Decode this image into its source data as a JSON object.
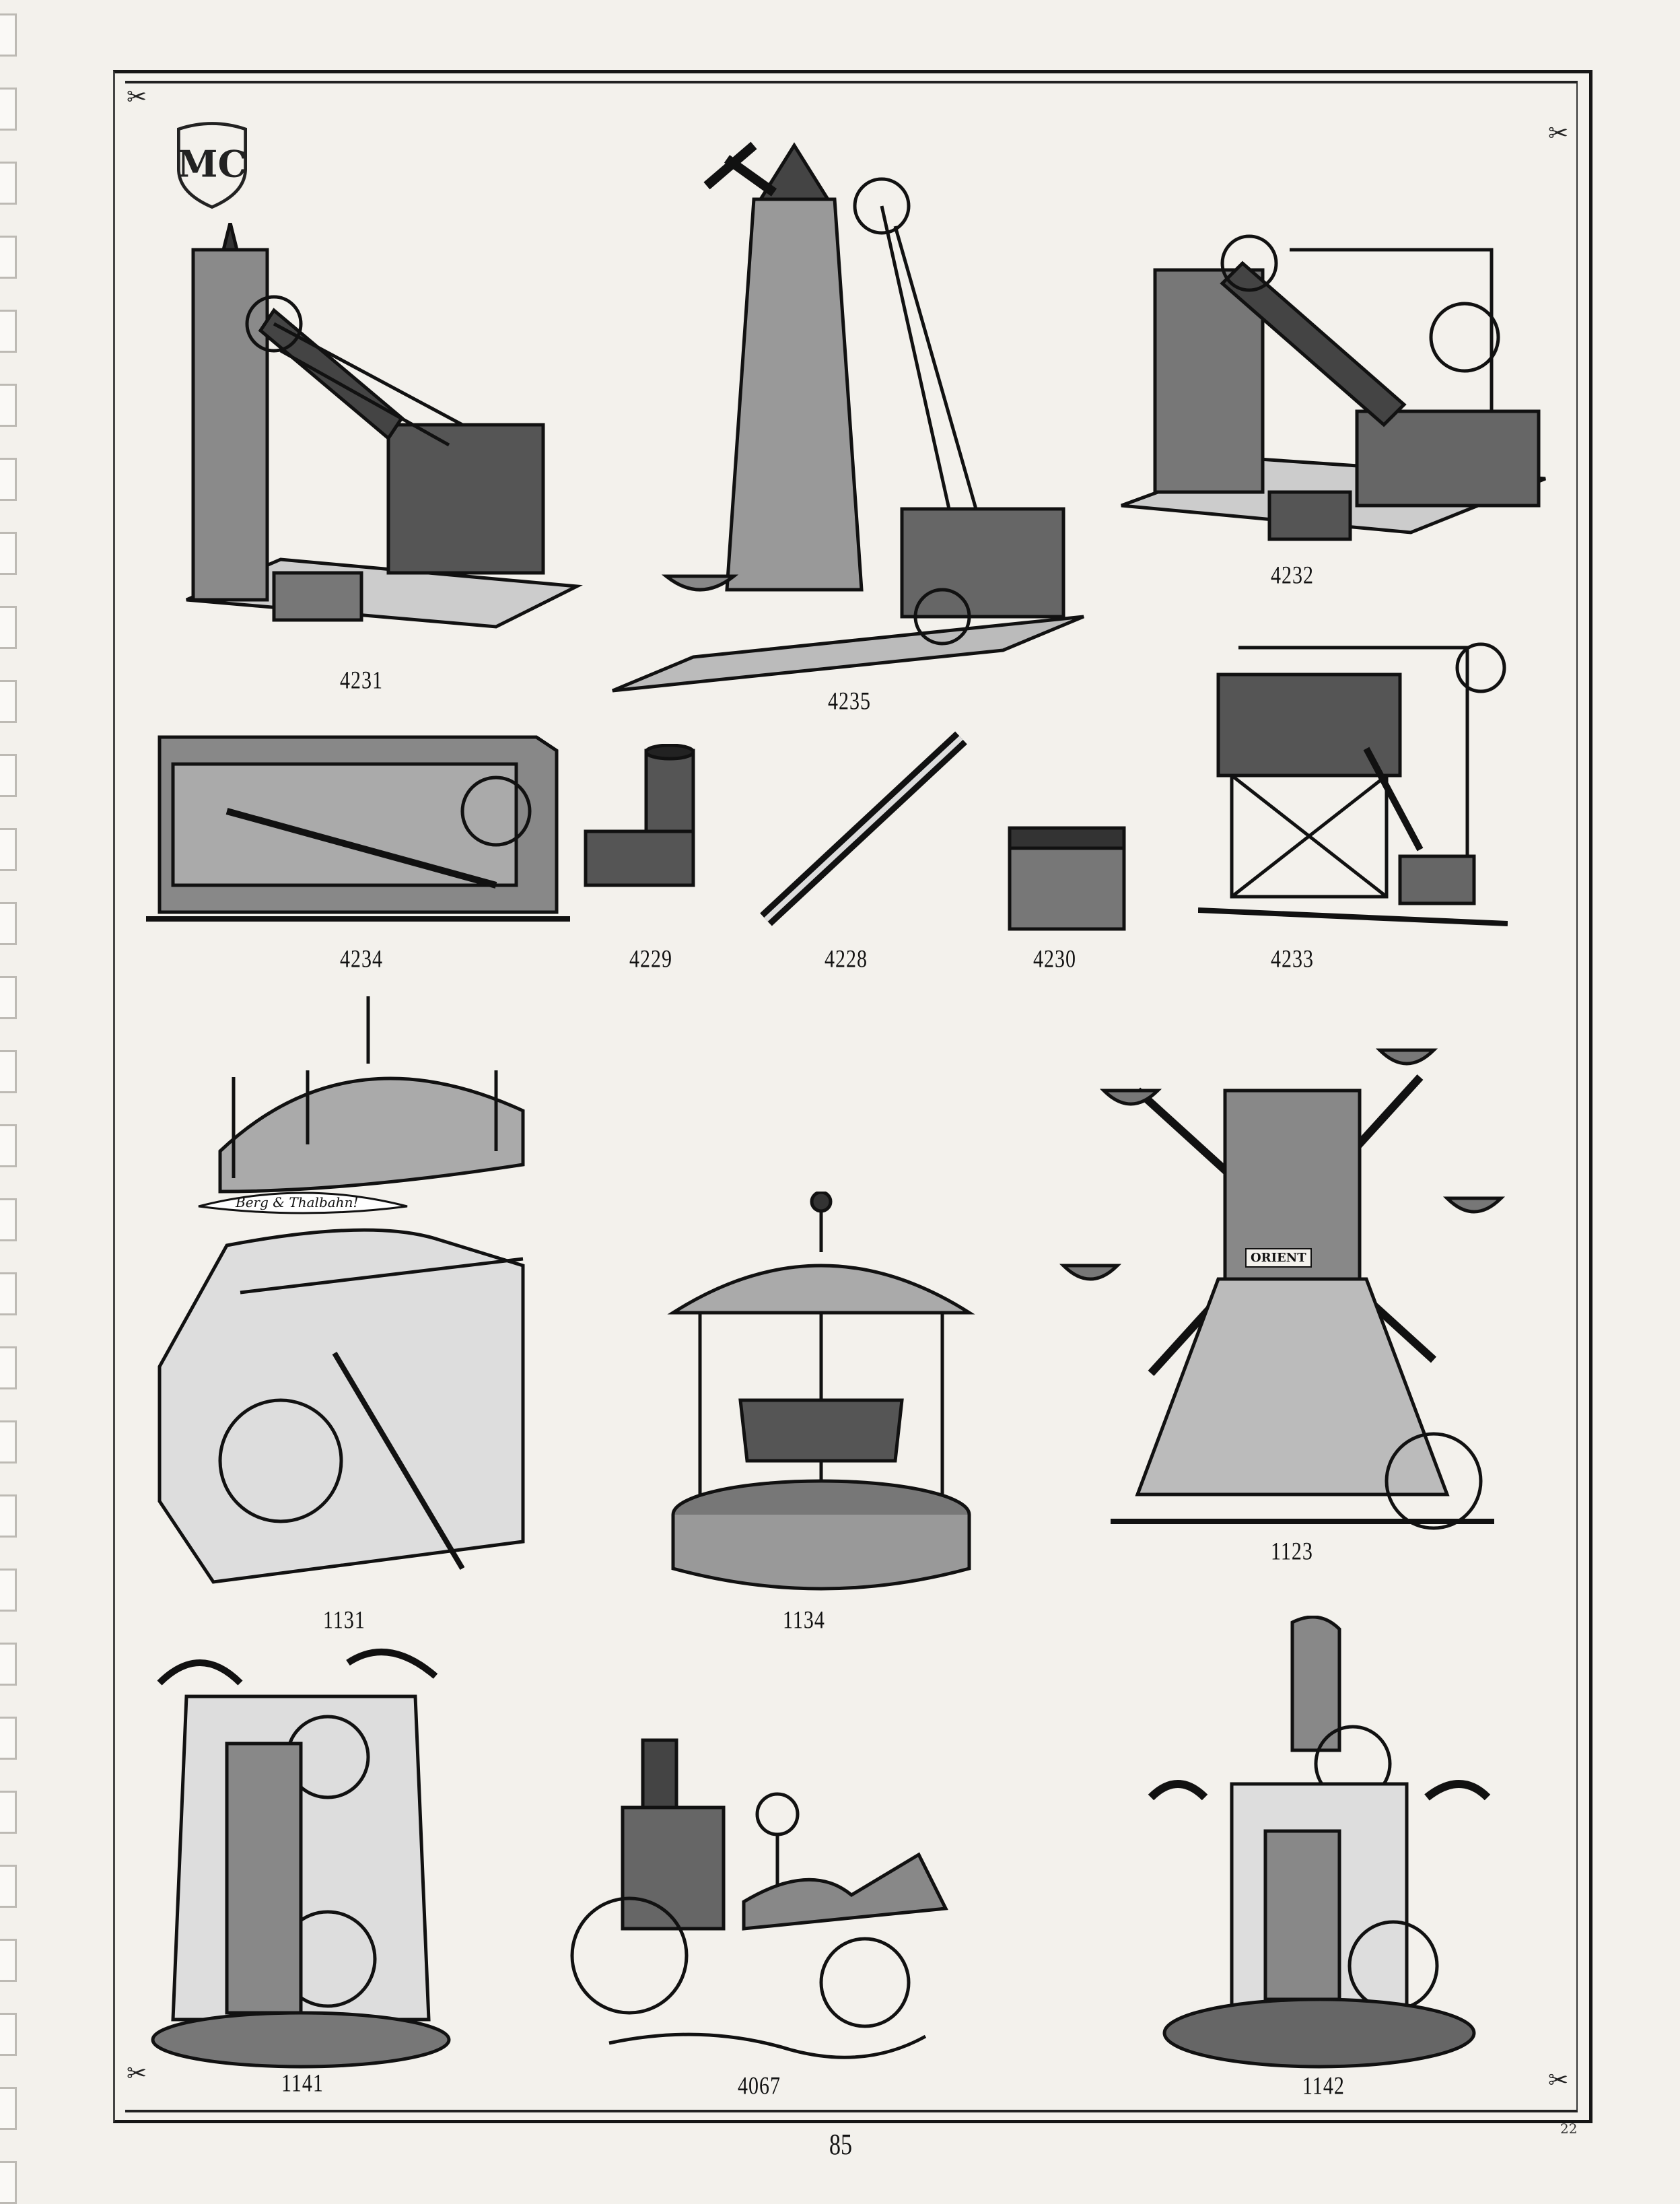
{
  "page": {
    "page_number": "85",
    "corner_mark": "22"
  },
  "logo": {
    "monogram": "MC"
  },
  "figures": [
    {
      "id": "4231",
      "label": "4231"
    },
    {
      "id": "4235",
      "label": "4235"
    },
    {
      "id": "4232",
      "label": "4232"
    },
    {
      "id": "4234",
      "label": "4234"
    },
    {
      "id": "4229",
      "label": "4229"
    },
    {
      "id": "4228",
      "label": "4228"
    },
    {
      "id": "4230",
      "label": "4230"
    },
    {
      "id": "4233",
      "label": "4233"
    },
    {
      "id": "1131",
      "label": "1131",
      "sign": "Berg & Thalbahn!"
    },
    {
      "id": "1134",
      "label": "1134"
    },
    {
      "id": "1123",
      "label": "1123",
      "sign": "ORIENT"
    },
    {
      "id": "1141",
      "label": "1141"
    },
    {
      "id": "4067",
      "label": "4067"
    },
    {
      "id": "1142",
      "label": "1142"
    }
  ],
  "colors": {
    "paper": "#f3f1ec",
    "ink": "#111111"
  }
}
